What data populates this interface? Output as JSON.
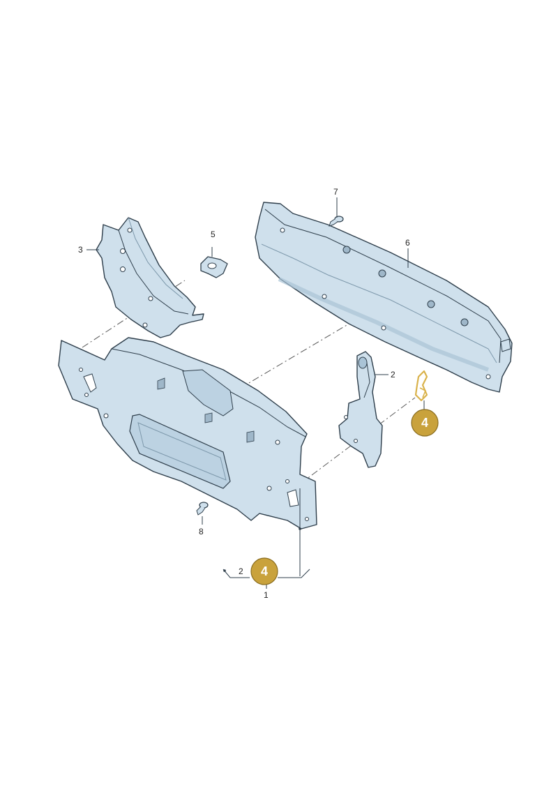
{
  "labels": {
    "part_1": "1",
    "part_2": "2",
    "part_2_group": "2",
    "part_3": "3",
    "part_5": "5",
    "part_6": "6",
    "part_7": "7",
    "part_8": "8"
  },
  "badges": {
    "badge_upper": "4",
    "badge_lower": "4"
  },
  "colors": {
    "panel_fill": "#cfe0ec",
    "panel_shade": "#a9c3d6",
    "outline": "#2d3d4a",
    "badge": "#c9a23c",
    "highlight_part": "#d9b24a"
  }
}
